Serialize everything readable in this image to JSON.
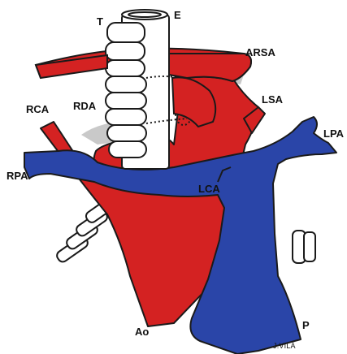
{
  "labels": {
    "t": "T",
    "e": "E",
    "arsa": "ARSA",
    "rca": "RCA",
    "rda": "RDA",
    "lsa": "LSA",
    "lpa": "LPA",
    "rpa": "RPA",
    "lca": "LCA",
    "ao": "Ao",
    "p": "P"
  },
  "signature": "J.VILÀ",
  "colors": {
    "artery_red": "#d42222",
    "pulmonary_blue": "#2a45a8",
    "outline": "#1a1a1a",
    "spine_bone": "#ffffff",
    "shadow_grey": "#c9c9c9"
  }
}
